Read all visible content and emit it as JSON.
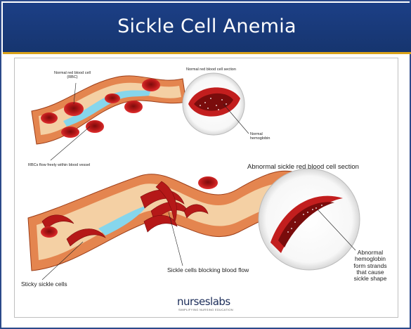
{
  "title": "Sickle Cell Anemia",
  "labels": {
    "normal_rbc": "Normal red blood cell",
    "normal_rbc_abbr": "(RBC)",
    "normal_section": "Normal red blood cell section",
    "normal_hemoglobin_1": "Normal",
    "normal_hemoglobin_2": "hemoglobin",
    "rbc_flow": "RBCs flow freely within blood vessel",
    "abnormal_section": "Abnormal sickle red blood cell section",
    "abnormal_hb_1": "Abnormal",
    "abnormal_hb_2": "hemoglobin",
    "abnormal_hb_3": "form strands",
    "abnormal_hb_4": "that cause",
    "abnormal_hb_5": "sickle shape",
    "sticky": "Sticky sickle cells",
    "blocking": "Sickle cells blocking blood flow"
  },
  "logo": {
    "name": "nurseslabs",
    "tagline": "SIMPLIFYING NURSING EDUCATION"
  },
  "colors": {
    "header": "#1c3f86",
    "accent": "#d9a21a",
    "vessel_outer": "#e07a4c",
    "vessel_inner": "#f2c89a",
    "blood": "#c81e1e",
    "flow": "#7fd7ee"
  }
}
